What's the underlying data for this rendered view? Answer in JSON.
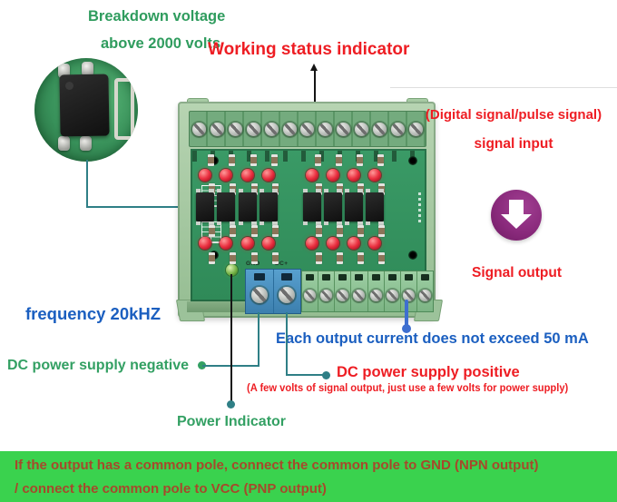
{
  "callouts": {
    "breakdown": {
      "line1": "Breakdown voltage",
      "line2": "above 2000 volts"
    },
    "working_status": "Working status indicator",
    "signal_input": {
      "line1": "(Digital signal/pulse signal)",
      "line2": "signal input"
    },
    "signal_output": "Signal output",
    "frequency": "frequency 20kHZ",
    "dc_negative": "DC power supply negative",
    "output_current": "Each output current does not exceed 50 mA",
    "dc_positive": {
      "title": "DC power supply positive",
      "note": "(A few volts of signal output, just use a few volts for power supply)"
    },
    "power_indicator": "Power Indicator"
  },
  "board": {
    "terminal_labels": {
      "gnd": "GND",
      "positive": "DC+"
    },
    "channels": 8,
    "top_terminals": 13,
    "output_terminals": 8
  },
  "banner": {
    "line1": "If the output has a common pole, connect the common pole to GND (NPN output)",
    "line2": "/ connect the common pole to VCC (PNP output)"
  },
  "colors": {
    "green_text": "#2f9c5e",
    "red_text": "#ee1d23",
    "blue_text": "#1b5fc0",
    "teal_line": "#2f7f86",
    "output_line_blue": "#3e6fd0",
    "banner_bg": "#3ad24e",
    "banner_text": "#a6492b",
    "arrow_purple": "#8a2a7c",
    "pcb_green": "#35925e",
    "case_green": "#a9cda6"
  }
}
